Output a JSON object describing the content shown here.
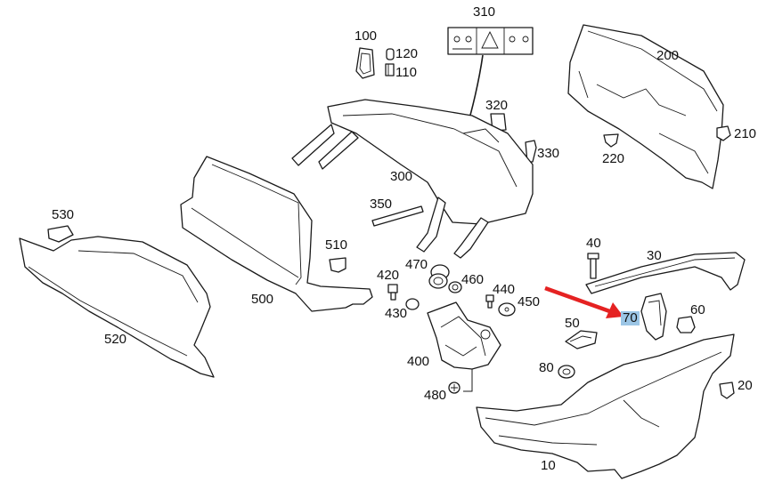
{
  "callouts": {
    "c310": "310",
    "c100": "100",
    "c120": "120",
    "c110": "110",
    "c200": "200",
    "c320": "320",
    "c210": "210",
    "c330": "330",
    "c220": "220",
    "c300": "300",
    "c350": "350",
    "c530": "530",
    "c510": "510",
    "c40": "40",
    "c30": "30",
    "c470": "470",
    "c420": "420",
    "c460": "460",
    "c440": "440",
    "c500": "500",
    "c450": "450",
    "c430": "430",
    "c70": "70",
    "c60": "60",
    "c50": "50",
    "c520": "520",
    "c400": "400",
    "c80": "80",
    "c20": "20",
    "c480": "480",
    "c10": "10"
  },
  "highlight": {
    "callout": "70",
    "arrow_color": "#e52222",
    "highlight_color": "#9cc6e6"
  }
}
